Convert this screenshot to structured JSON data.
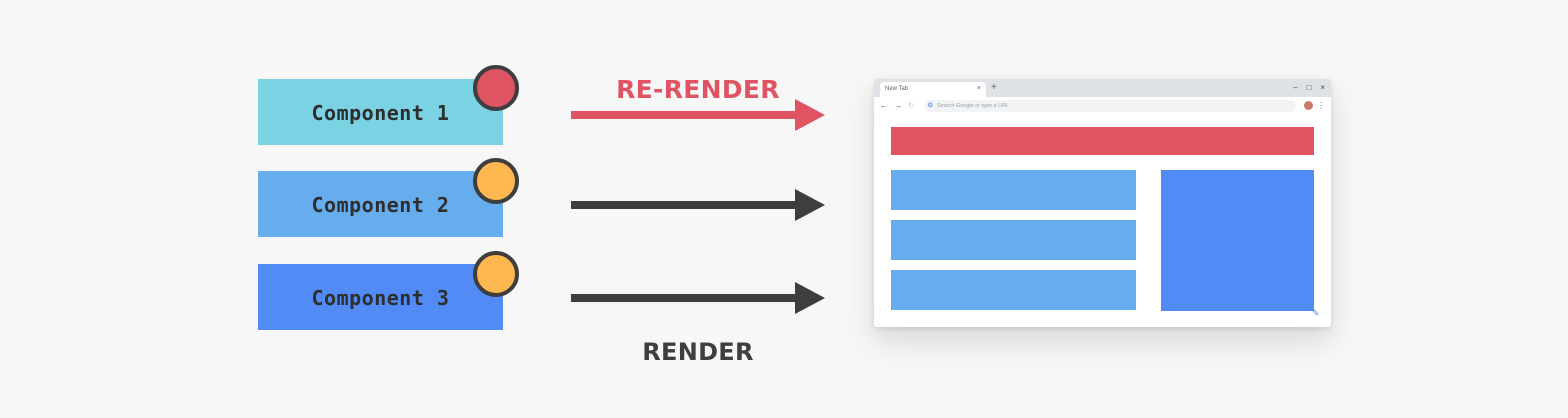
{
  "colors": {
    "background": "#f7f7f7",
    "component1": "#7ad2e3",
    "component2": "#66adee",
    "component3": "#528bf5",
    "dot_rerender": "#e05363",
    "dot_render": "#ffb84f",
    "rerender_arrow": "#e05363",
    "render_arrow": "#3e3e3e",
    "outline": "#3e3e3e"
  },
  "components": [
    {
      "label": "Component 1",
      "color": "#7ad2e3",
      "dot_color": "#e05363"
    },
    {
      "label": "Component 2",
      "color": "#66adee",
      "dot_color": "#ffb84f"
    },
    {
      "label": "Component 3",
      "color": "#528bf5",
      "dot_color": "#ffb84f"
    }
  ],
  "arrows": {
    "rerender_label": "RE-RENDER",
    "render_label": "RENDER"
  },
  "browser": {
    "tab_title": "New Tab",
    "tab_close": "×",
    "new_tab": "+",
    "minimize": "–",
    "maximize": "□",
    "close": "×",
    "back": "←",
    "forward": "→",
    "reload": "↻",
    "google_icon": "G",
    "omnibox_placeholder": "Search Google or type a URL",
    "menu": "⋮",
    "edit_icon": "✎",
    "icons": [
      "back-arrow-icon",
      "forward-arrow-icon",
      "reload-icon",
      "google-icon",
      "menu-icon",
      "edit-pencil-icon",
      "avatar"
    ]
  }
}
